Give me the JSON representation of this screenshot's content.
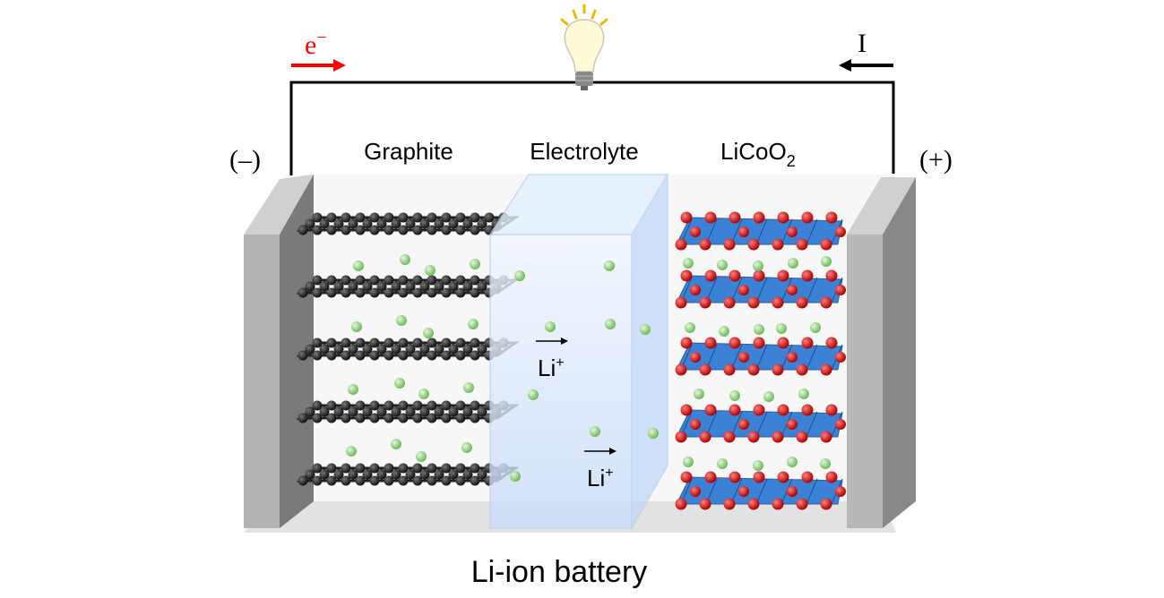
{
  "labels": {
    "electron": "e",
    "electron_sup": "−",
    "current": "I",
    "negative": "(–)",
    "positive": "(+)",
    "anode": "Graphite",
    "electrolyte": "Electrolyte",
    "cathode": "LiCoO",
    "cathode_sub": "2",
    "ion_1": "Li",
    "ion_1_sup": "+",
    "ion_2": "Li",
    "ion_2_sup": "+",
    "caption": "Li-ion battery"
  },
  "colors": {
    "electron_arrow": "#ff0000",
    "wire": "#000000",
    "lithium": "#8fd07a",
    "oxygen": "#d40000",
    "cobalt_octahedra": "#3b82d6",
    "carbon": "#1a1a1a",
    "electrolyte": "#cfe2fb",
    "electrode": "#b0b0b0"
  }
}
